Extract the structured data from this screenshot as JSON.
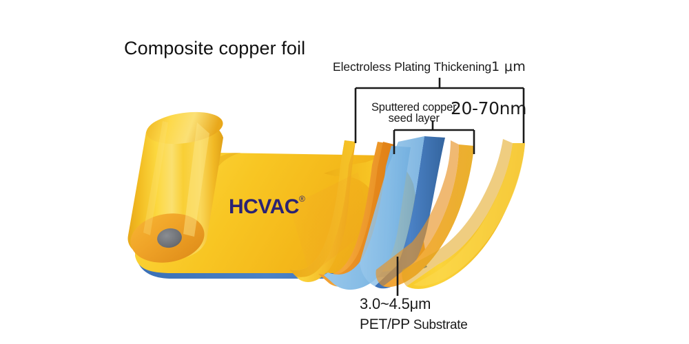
{
  "title": "Composite copper foil",
  "brand": {
    "logo_text": "HCVAC",
    "trademark": "®",
    "logo_color": "#2b2273"
  },
  "annotations": {
    "electroless": {
      "label": "Electroless Plating Thickening",
      "value": "1 μm"
    },
    "sputtered": {
      "label_line1": "Sputtered copper",
      "label_line2": "seed layer",
      "value": "20-70nm"
    },
    "substrate": {
      "value": "3.0~4.5μm",
      "label_bold": "PET/PP",
      "label_rest": " Substrate"
    }
  },
  "colors": {
    "background": "#ffffff",
    "copper_yellow": "#f5c119",
    "copper_yellow_light": "#fbd94f",
    "copper_yellow_deep": "#e8a81a",
    "seed_orange": "#ef9a2b",
    "seed_orange_deep": "#e0821f",
    "pet_blue_light": "#8fc3e8",
    "pet_blue_edge": "#3f77bd",
    "roll_cap_orange": "#f0a42a",
    "hub_gray": "#6f7176",
    "leader_line": "#1a1a1a"
  },
  "diagram": {
    "type": "layer-cross-section",
    "caption": "Peeled multilayer composite copper foil roll showing stacked layers",
    "layers": [
      {
        "name": "Electroless plated copper (outer)",
        "color": "#f5c119",
        "thickness": "1 μm"
      },
      {
        "name": "Sputtered copper seed layer",
        "color": "#ef9a2b",
        "thickness": "20-70nm"
      },
      {
        "name": "PET/PP substrate",
        "color": "#8fc3e8",
        "thickness": "3.0~4.5μm"
      },
      {
        "name": "Sputtered copper seed layer",
        "color": "#ef9a2b",
        "thickness": "20-70nm"
      },
      {
        "name": "Electroless plated copper (outer)",
        "color": "#f5c119",
        "thickness": "1 μm"
      }
    ]
  }
}
